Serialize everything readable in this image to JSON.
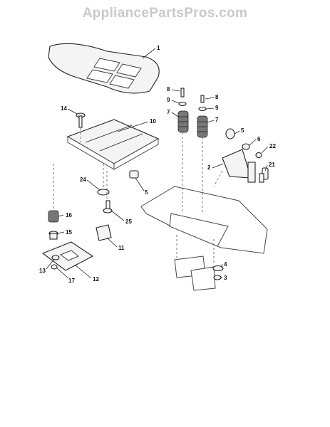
{
  "watermark": "AppliancePartsPros.com",
  "callouts": [
    "1",
    "14",
    "10",
    "8",
    "9",
    "7",
    "8",
    "9",
    "7",
    "5",
    "6",
    "22",
    "2",
    "21",
    "24",
    "5",
    "16",
    "25",
    "15",
    "11",
    "4",
    "3",
    "13",
    "17",
    "12"
  ]
}
